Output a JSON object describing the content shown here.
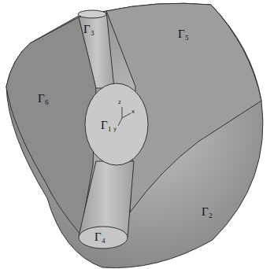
{
  "diagram": {
    "labels": [
      "Γ₃",
      "Γ₅",
      "Γ₆",
      "Γ₁",
      "z",
      "x",
      "y",
      "Γ₄",
      "Γ₂"
    ]
  }
}
